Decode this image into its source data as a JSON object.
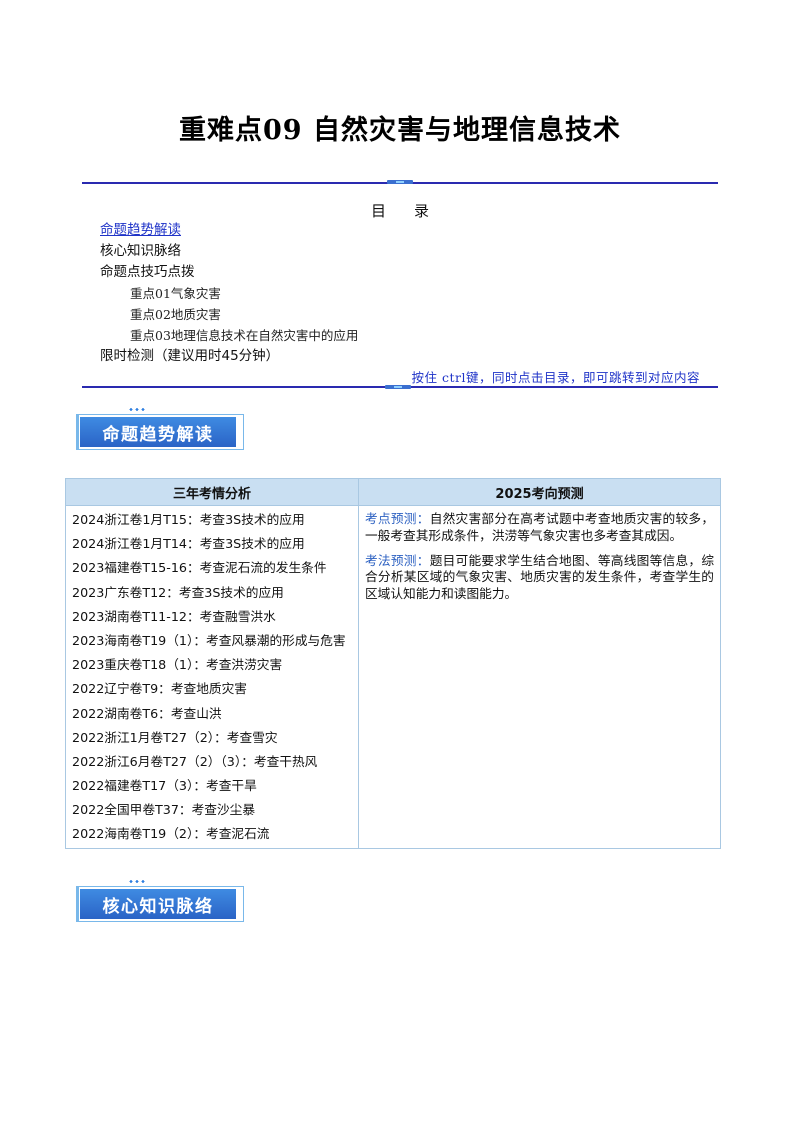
{
  "document": {
    "title": "重难点09  自然灾害与地理信息技术"
  },
  "toc": {
    "heading": "目录",
    "items": [
      {
        "label": "命题趋势解读",
        "level": 1,
        "link": true
      },
      {
        "label": "核心知识脉络",
        "level": 1,
        "link": false
      },
      {
        "label": "命题点技巧点拨",
        "level": 1,
        "link": false
      },
      {
        "label": "重点01气象灾害",
        "level": 2,
        "link": false
      },
      {
        "label": "重点02地质灾害",
        "level": 2,
        "link": false
      },
      {
        "label": "重点03地理信息技术在自然灾害中的应用",
        "level": 2,
        "link": false
      },
      {
        "label": "限时检测（建议用时45分钟）",
        "level": 1,
        "link": false
      }
    ],
    "hint": "按住 ctrl键，同时点击目录，即可跳转到对应内容"
  },
  "sections": {
    "trend": "命题趋势解读",
    "knowledge": "核心知识脉络"
  },
  "analysis_table": {
    "headers": [
      "三年考情分析",
      "2025考向预测"
    ],
    "exam_items": [
      "2024浙江卷1月T15：考查3S技术的应用",
      "2024浙江卷1月T14：考查3S技术的应用",
      "2023福建卷T15-16：考查泥石流的发生条件",
      "2023广东卷T12：考查3S技术的应用",
      "2023湖南卷T11-12：考查融雪洪水",
      "2023海南卷T19（1）：考查风暴潮的形成与危害",
      "2023重庆卷T18（1）：考查洪涝灾害",
      "2022辽宁卷T9：考查地质灾害",
      "2022湖南卷T6：考查山洪",
      "2022浙江1月卷T27（2）：考查雪灾",
      "2022浙江6月卷T27（2）（3）：考查干热风",
      "2022福建卷T17（3）：考查干旱",
      "2022全国甲卷T37：考查沙尘暴",
      "2022海南卷T19（2）：考查泥石流"
    ],
    "prediction": {
      "point_label": "考点预测：",
      "point_text": "自然灾害部分在高考试题中考查地质灾害的较多，一般考查其形成条件，洪涝等气象灾害也多考查其成因。",
      "method_label": "考法预测：",
      "method_text": "题目可能要求学生结合地图、等高线图等信息，综合分析某区域的气象灾害、地质灾害的发生条件，考查学生的区域认知能力和读图能力。"
    }
  },
  "colors": {
    "rule": "#2a2ab0",
    "link": "#1f33c8",
    "badge": "#2a63c6",
    "table_header": "#c9dff2"
  }
}
